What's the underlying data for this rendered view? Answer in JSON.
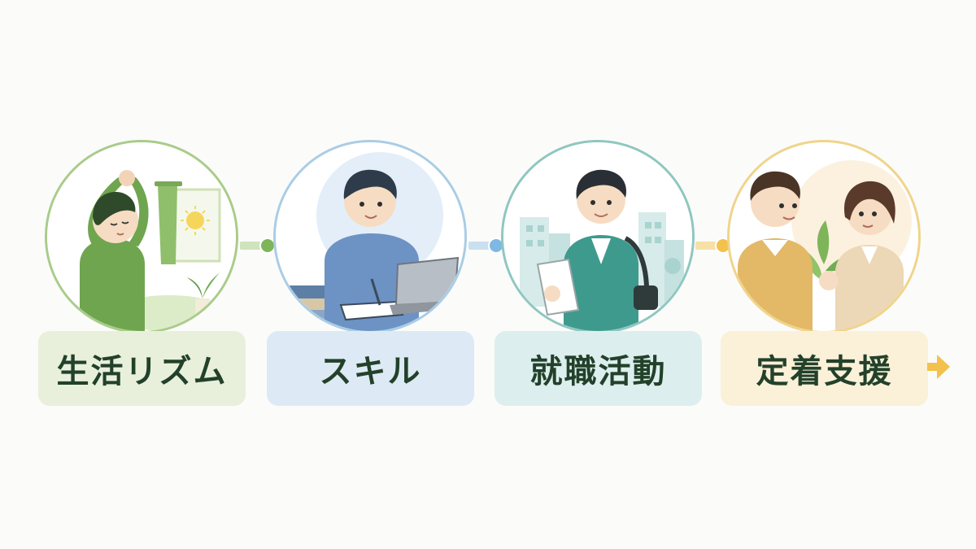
{
  "steps": [
    {
      "label": "生活リズム",
      "accent": "#9cc27a",
      "dot": "#7fb55a",
      "label_bg": "#e8f0dc",
      "illustration": "morning-stretch-icon"
    },
    {
      "label": "スキル",
      "accent": "#9cc4e0",
      "dot": "#7fb8e2",
      "label_bg": "#ddeaf5",
      "illustration": "study-laptop-icon"
    },
    {
      "label": "就職活動",
      "accent": "#7fbfb8",
      "dot": "#7fbfd8",
      "label_bg": "#dcefee",
      "illustration": "job-hunting-icon"
    },
    {
      "label": "定着支援",
      "accent": "#f0d27a",
      "dot": "#f2c24c",
      "label_bg": "#fbf0d8",
      "illustration": "support-conversation-icon"
    }
  ],
  "end_arrow_color": "#f2c24c"
}
